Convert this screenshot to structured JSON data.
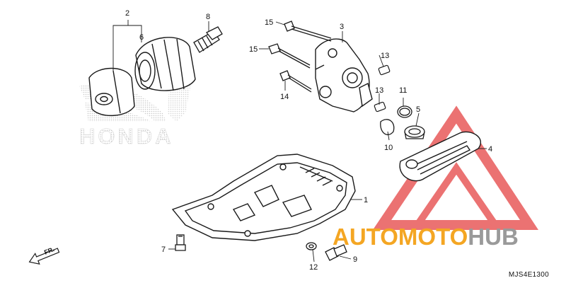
{
  "diagram": {
    "callouts": {
      "c1": "1",
      "c2": "2",
      "c3": "3",
      "c4": "4",
      "c5": "5",
      "c6": "6",
      "c7": "7",
      "c8": "8",
      "c9": "9",
      "c10": "10",
      "c11": "11",
      "c12": "12",
      "c13a": "13",
      "c13b": "13",
      "c14": "14",
      "c15a": "15",
      "c15b": "15"
    },
    "front_indicator": "FR.",
    "diagram_code": "MJS4E1300"
  },
  "watermarks": {
    "honda": "HONDA",
    "brand_auto": "AUTO",
    "brand_moto": "MOTO",
    "brand_hub": "HUB"
  },
  "colors": {
    "line": "#1a1a1a",
    "brand_orange": "#f4a623",
    "brand_gray": "#9a9a9a",
    "triangle_red": "#e85a5a",
    "honda_dots": "#c9c9c9"
  }
}
